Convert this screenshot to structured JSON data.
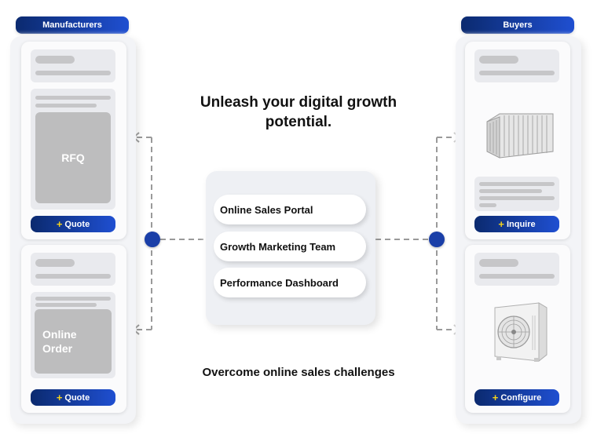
{
  "headline": "Unleash your digital growth potential.",
  "subline": "Overcome online sales challenges",
  "manufacturers": {
    "header": "Manufacturers",
    "cards": [
      {
        "block_label": "RFQ",
        "button_label": "Quote",
        "button_icon": "plus-icon"
      },
      {
        "block_label": "Online Order",
        "button_label": "Quote",
        "button_icon": "plus-icon"
      }
    ]
  },
  "buyers": {
    "header": "Buyers",
    "cards": [
      {
        "image": "shipping-container-icon",
        "button_label": "Inquire",
        "button_icon": "plus-icon"
      },
      {
        "image": "air-conditioner-unit-icon",
        "button_label": "Configure",
        "button_icon": "plus-icon"
      }
    ]
  },
  "services": [
    "Online Sales Portal",
    "Growth Marketing Team",
    "Performance Dashboard"
  ],
  "colors": {
    "brand_dark": "#0b2a6f",
    "brand_light": "#1f4fd1",
    "plus_accent": "#f5d31b",
    "placeholder_gray": "#bdbdbe",
    "connector": "#9a9a9a"
  }
}
